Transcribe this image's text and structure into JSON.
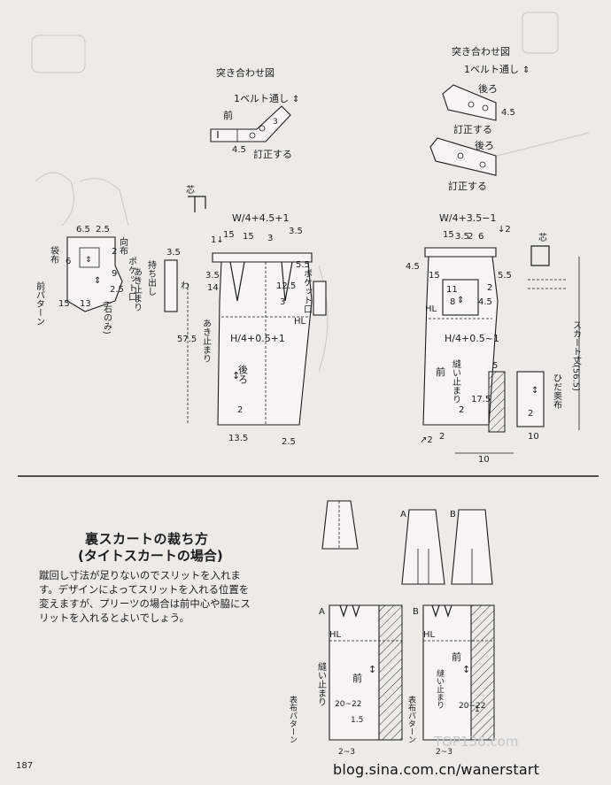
{
  "page_number": "187",
  "watermark": "blog.sina.com.cn/wanerstart",
  "watermark_faint": "TOP136.com",
  "section_title_1": "裏スカートの裁ち方",
  "section_title_2": "(タイトスカートの場合)",
  "body_text": "蹴回し寸法が足りないのでスリットを入れます。デザインによってスリットを入れる位置を変えますが、プリーツの場合は前中心や脇にスリットを入れるとよいでしょう。",
  "labels": {
    "tsukiawase_left": "突き合わせ図",
    "tsukiawase_right": "突き合わせ図",
    "belt_loop_1": "1ベルト通し",
    "belt_loop_2": "1ベルト通し",
    "mae": "前",
    "ushiro_1": "後ろ",
    "ushiro_2": "後ろ",
    "teisei_1": "訂正する",
    "teisei_2": "訂正する",
    "teisei_3": "訂正する",
    "shin_1": "芯",
    "shin_2": "芯",
    "w_formula_left": "W/4+4.5+1",
    "w_formula_right": "W/4+3.5−1",
    "h_formula_left": "H/4+0.5+1",
    "h_formula_right": "H/4+0.5~1",
    "fukuro": "袋布",
    "mukou": "向布",
    "pocket_mouth": "ポケット口",
    "migi_nomi": "(右のみ)",
    "mae_pattern": "前パターン",
    "mochidashi": "持ち出し",
    "akidomari": "あき止まり",
    "akidomari_2": "あき止まり",
    "ushiro_center": "後ろ",
    "mae_right": "前",
    "nuidomari": "縫い止まり",
    "skirt_length": "スカート丈(56.5)",
    "hida_okununo": "ひだ奥布",
    "HL": "HL",
    "A": "A",
    "B": "B",
    "omote_pattern": "表布パターン",
    "nuidomari_bottom": "縫い止まり",
    "range_20_22": "20~22",
    "range_2_3": "2~3",
    "n_1_5": "1.5",
    "n_1": "1",
    "n65": "6.5",
    "n25": "2.5",
    "n2": "2",
    "n9": "9",
    "n6": "6",
    "n15": "15",
    "n13": "13",
    "n35": "3.5",
    "n3": "3",
    "n45": "4.5",
    "n575": "57.5",
    "n135": "13.5",
    "n55": "5.5",
    "n14": "14",
    "n125": "12.5",
    "n8": "8",
    "n11": "11",
    "n175": "17.5",
    "n5": "5",
    "n10": "10",
    "n565": "56.5"
  }
}
